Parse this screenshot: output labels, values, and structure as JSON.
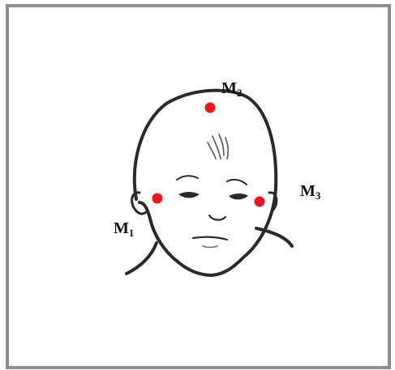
{
  "figure": {
    "labels": [
      {
        "id": "M1",
        "base": "M",
        "sub": "1"
      },
      {
        "id": "M2",
        "base": "M",
        "sub": "2"
      },
      {
        "id": "M3",
        "base": "M",
        "sub": "3"
      }
    ],
    "colors": {
      "marker": "#e8191c",
      "outline": "#2a2a2a",
      "frame": "#8e8e8e"
    }
  }
}
